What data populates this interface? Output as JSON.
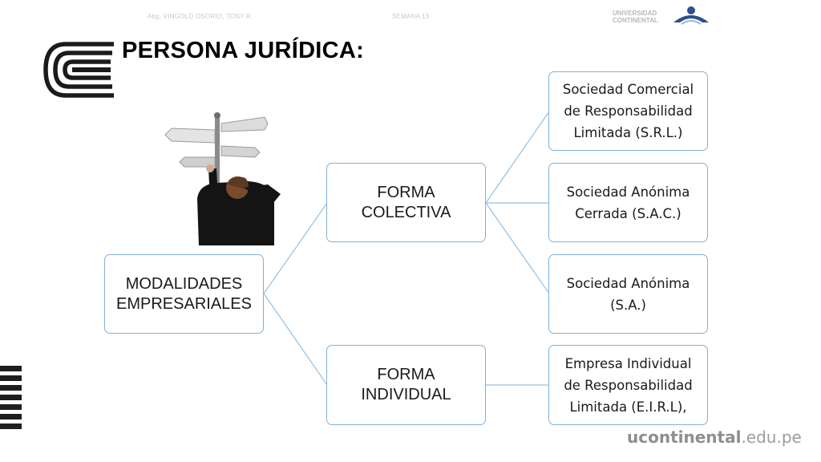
{
  "header": {
    "author": "Abg. VINGOLO OSORIO, TONY R.",
    "week": "SEMANA 13",
    "university_line1": "UNIVERSIDAD",
    "university_line2": "CONTINENTAL"
  },
  "slide": {
    "title": "PERSONA JURÍDICA:"
  },
  "diagram": {
    "root": "MODALIDADES\nEMPRESARIALES",
    "branch_collective": "FORMA\nCOLECTIVA",
    "branch_individual": "FORMA\nINDIVIDUAL",
    "leaf_srl": "Sociedad Comercial\nde Responsabilidad\nLimitada (S.R.L.)",
    "leaf_sac": "Sociedad Anónima\nCerrada (S.A.C.)",
    "leaf_sa": "Sociedad Anónima\n(S.A.)",
    "leaf_eirl": "Empresa Individual\nde Responsabilidad\nLimitada (E.I.R.L),"
  },
  "footer": {
    "brand": "ucontinental",
    "domain": ".edu.pe"
  },
  "colors": {
    "connector": "#7fb1dc",
    "box_border": "#7fb1dc",
    "logo": "#1b1b1b"
  },
  "icons": [
    "continental-logo-icon",
    "university-emblem-icon",
    "signpost-illustration",
    "side-stripes-decoration"
  ]
}
